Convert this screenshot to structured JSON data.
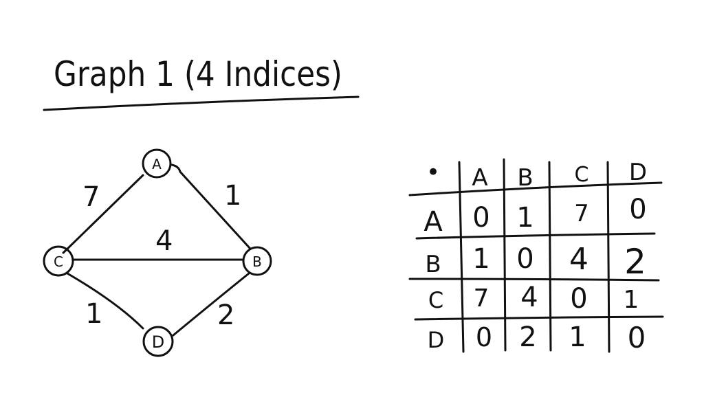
{
  "title": "Graph 1  (4 Indices)",
  "graph": {
    "nodes": [
      {
        "id": "A",
        "label": "A"
      },
      {
        "id": "B",
        "label": "B"
      },
      {
        "id": "C",
        "label": "C"
      },
      {
        "id": "D",
        "label": "D"
      }
    ],
    "edges": [
      {
        "from": "C",
        "to": "A",
        "weight": "7"
      },
      {
        "from": "A",
        "to": "B",
        "weight": "1"
      },
      {
        "from": "C",
        "to": "B",
        "weight": "4"
      },
      {
        "from": "C",
        "to": "D",
        "weight": "1"
      },
      {
        "from": "D",
        "to": "B",
        "weight": "2"
      }
    ]
  },
  "matrix": {
    "corner": "•",
    "columns": [
      "A",
      "B",
      "C",
      "D"
    ],
    "rows": [
      {
        "label": "A",
        "values": [
          "0",
          "1",
          "7",
          "0"
        ]
      },
      {
        "label": "B",
        "values": [
          "1",
          "0",
          "4",
          "2"
        ]
      },
      {
        "label": "C",
        "values": [
          "7",
          "4",
          "0",
          "1"
        ]
      },
      {
        "label": "D",
        "values": [
          "0",
          "2",
          "1",
          "0"
        ]
      }
    ]
  }
}
